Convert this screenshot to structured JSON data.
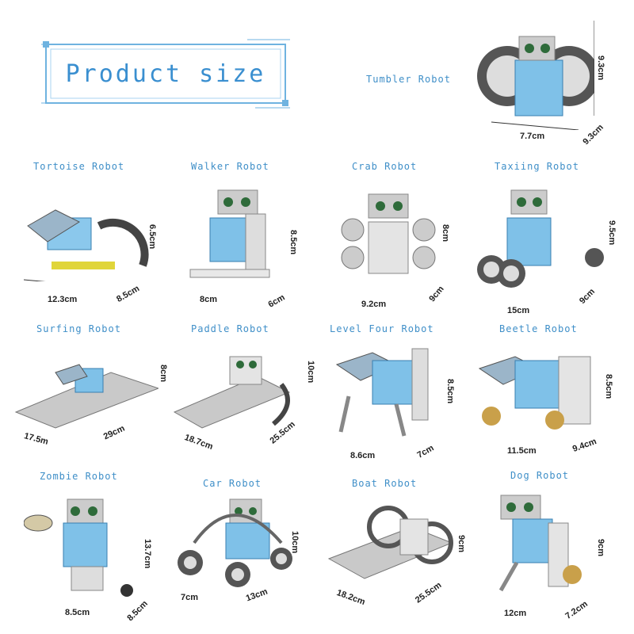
{
  "header": {
    "title": "Product size"
  },
  "robots": [
    {
      "name": "Tumbler Robot",
      "dims": [
        "9.3cm",
        "7.7cm",
        "9.3cm"
      ]
    },
    {
      "name": "Tortoise Robot",
      "dims": [
        "6.5cm",
        "12.3cm",
        "8.5cm"
      ]
    },
    {
      "name": "Walker Robot",
      "dims": [
        "8.5cm",
        "8cm",
        "6cm"
      ]
    },
    {
      "name": "Crab Robot",
      "dims": [
        "8cm",
        "9.2cm",
        "9cm"
      ]
    },
    {
      "name": "Taxiing Robot",
      "dims": [
        "9.5cm",
        "15cm",
        "9cm"
      ]
    },
    {
      "name": "Surfing Robot",
      "dims": [
        "8cm",
        "17.5m",
        "29cm"
      ]
    },
    {
      "name": "Paddle Robot",
      "dims": [
        "10cm",
        "18.7cm",
        "25.5cm"
      ]
    },
    {
      "name": "Level Four Robot",
      "dims": [
        "8.5cm",
        "8.6cm",
        "7cm"
      ]
    },
    {
      "name": "Beetle Robot",
      "dims": [
        "8.5cm",
        "11.5cm",
        "9.4cm"
      ]
    },
    {
      "name": "Zombie Robot",
      "dims": [
        "13.7cm",
        "8.5cm",
        "8.5cm"
      ]
    },
    {
      "name": "Car Robot",
      "dims": [
        "10cm",
        "7cm",
        "13cm"
      ]
    },
    {
      "name": "Boat Robot",
      "dims": [
        "9cm",
        "18.2cm",
        "25.5cm"
      ]
    },
    {
      "name": "Dog Robot",
      "dims": [
        "9cm",
        "12cm",
        "7.2cm"
      ]
    }
  ]
}
